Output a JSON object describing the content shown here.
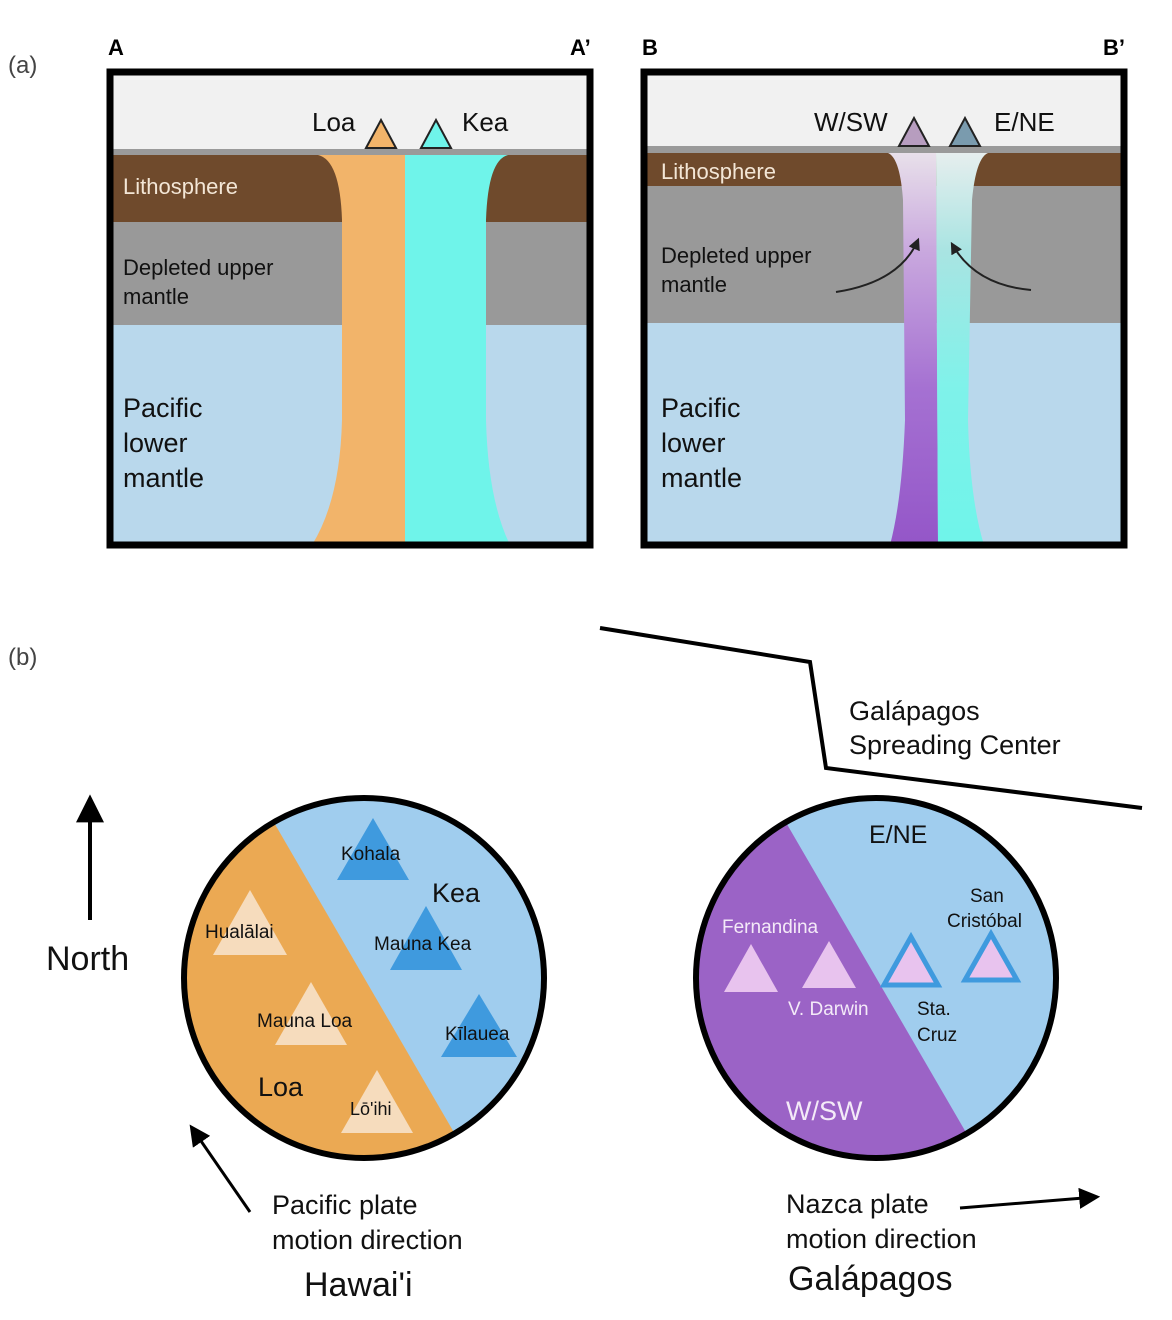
{
  "panel_a": {
    "tag": "(a)",
    "section_AA": {
      "left_label": "A",
      "right_label": "A’",
      "volcano_left": "Loa",
      "volcano_right": "Kea",
      "layer_lithosphere": "Lithosphere",
      "layer_upper_line1": "Depleted upper",
      "layer_upper_line2": "mantle",
      "layer_lower_line1": "Pacific",
      "layer_lower_line2": "lower",
      "layer_lower_line3": "mantle"
    },
    "section_BB": {
      "left_label": "B",
      "right_label": "B’",
      "volcano_left": "W/SW",
      "volcano_right": "E/NE",
      "layer_lithosphere": "Lithosphere",
      "layer_upper_line1": "Depleted upper",
      "layer_upper_line2": "mantle",
      "layer_lower_line1": "Pacific",
      "layer_lower_line2": "lower",
      "layer_lower_line3": "mantle"
    }
  },
  "panel_b": {
    "tag": "(b)",
    "north_label": "North",
    "spreading_center_line1": "Galápagos",
    "spreading_center_line2": "Spreading Center",
    "hawaii": {
      "title": "Hawai'i",
      "loa_label": "Loa",
      "kea_label": "Kea",
      "volcanoes": [
        "Kohala",
        "Hualālai",
        "Mauna Kea",
        "Mauna Loa",
        "Kīlauea",
        "Lō'ihi"
      ],
      "motion_line1": "Pacific plate",
      "motion_line2": "motion direction"
    },
    "galapagos": {
      "title": "Galápagos",
      "ene_label": "E/NE",
      "wsw_label": "W/SW",
      "volcanoes": {
        "fernandina": "Fernandina",
        "v_darwin": "V. Darwin",
        "sta_cruz_line1": "Sta.",
        "sta_cruz_line2": "Cruz",
        "san_cristobal_line1": "San",
        "san_cristobal_line2": "Cristóbal"
      },
      "motion_line1": "Nazca plate",
      "motion_line2": "motion direction"
    }
  },
  "colors": {
    "loa_orange": "#f2b46a",
    "kea_cyan": "#6ff4ea",
    "lithosphere_brown": "#6f4a2c",
    "upper_mantle_gray": "#999999",
    "lower_mantle_blue": "#b9d8ec",
    "wsw_purple": "#9b63c6",
    "hawaii_loa_fill": "#eba953",
    "hawaii_kea_fill": "#a0cdee",
    "kea_volcano_blue": "#3f9ade",
    "loa_volcano_cream": "#f6dcbd",
    "galapagos_volcano_pink": "#e8c3ee"
  }
}
